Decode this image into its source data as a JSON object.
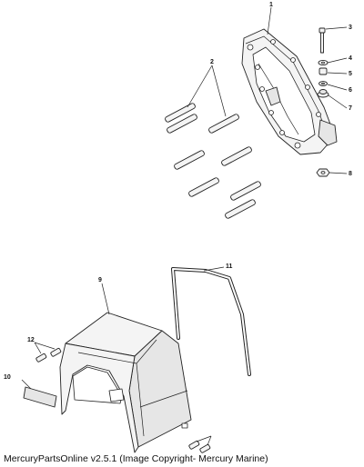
{
  "diagram": {
    "callouts": {
      "c1": "1",
      "c2": "2",
      "c3": "3",
      "c4": "4",
      "c5": "5",
      "c6": "6",
      "c7": "7",
      "c8": "8",
      "c9": "9",
      "c10": "10",
      "c11": "11",
      "c12": "12"
    }
  },
  "footer": {
    "copyright": "MercuryPartsOnline v2.5.1 (Image Copyright- Mercury Marine)"
  }
}
